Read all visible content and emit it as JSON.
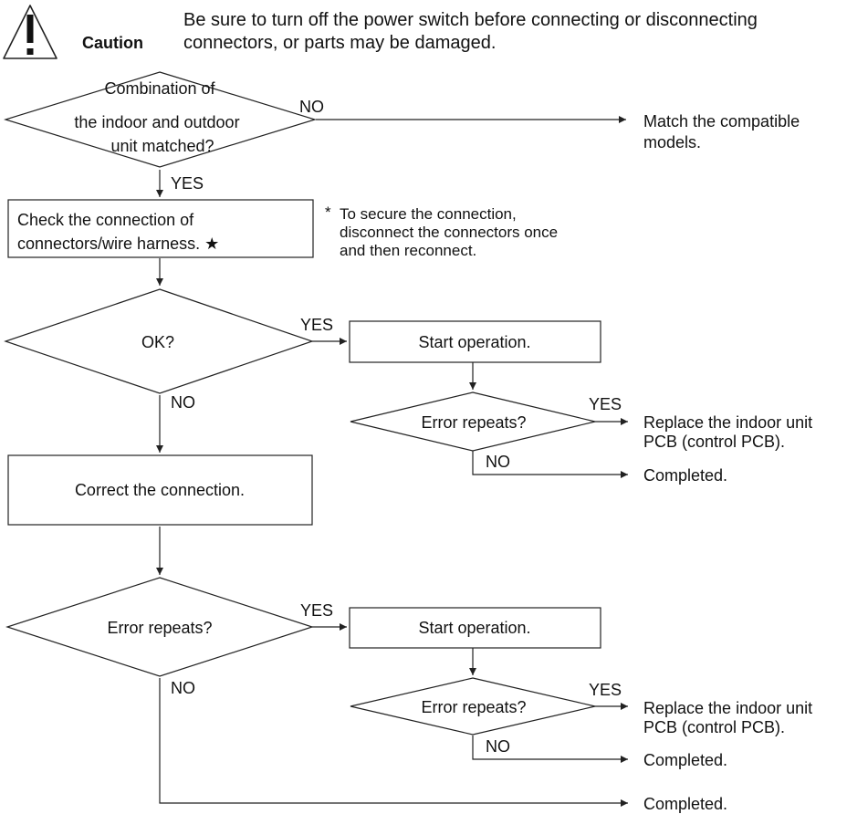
{
  "caution": {
    "label": "Caution",
    "line1": "Be sure to turn off the power switch before connecting or disconnecting",
    "line2": "connectors, or parts may be damaged."
  },
  "flow": {
    "combination": {
      "line1": "Combination of",
      "line2": "the indoor and outdoor",
      "line3": "unit matched?"
    },
    "match": {
      "line1": "Match the compatible",
      "line2": "models."
    },
    "check": {
      "line1": "Check the connection of",
      "line2": "connectors/wire harness. ★"
    },
    "note": {
      "mark": "*",
      "line1": "To secure the connection,",
      "line2": "disconnect the connectors once",
      "line3": "and then reconnect."
    },
    "ok": "OK?",
    "correct": "Correct the connection.",
    "error_repeats_1": "Error repeats?",
    "start_1": "Start operation.",
    "error_repeats_2": "Error repeats?",
    "replace_1": {
      "line1": "Replace the indoor unit",
      "line2": "PCB (control PCB)."
    },
    "completed_1": "Completed.",
    "start_2": "Start operation.",
    "error_repeats_3": "Error repeats?",
    "replace_2": {
      "line1": "Replace the indoor unit",
      "line2": "PCB (control PCB)."
    },
    "completed_2": "Completed.",
    "completed_3": "Completed."
  },
  "branches": {
    "yes": "YES",
    "no": "NO"
  }
}
